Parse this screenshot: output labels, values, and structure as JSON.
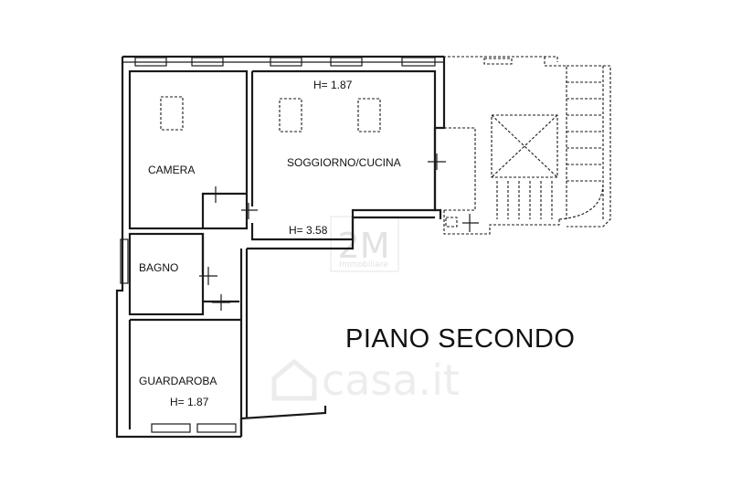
{
  "plan": {
    "title": "PIANO SECONDO",
    "rooms": [
      {
        "name": "CAMERA"
      },
      {
        "name": "SOGGIORNO/CUCINA"
      },
      {
        "name": "BAGNO"
      },
      {
        "name": "GUARDAROBA"
      }
    ],
    "heights": [
      "H= 1.87",
      "H= 3.58",
      "H= 1.87"
    ]
  },
  "watermarks": {
    "agency_mark": "2M",
    "agency_name": "Immobiliare",
    "portal": "casa.it"
  }
}
